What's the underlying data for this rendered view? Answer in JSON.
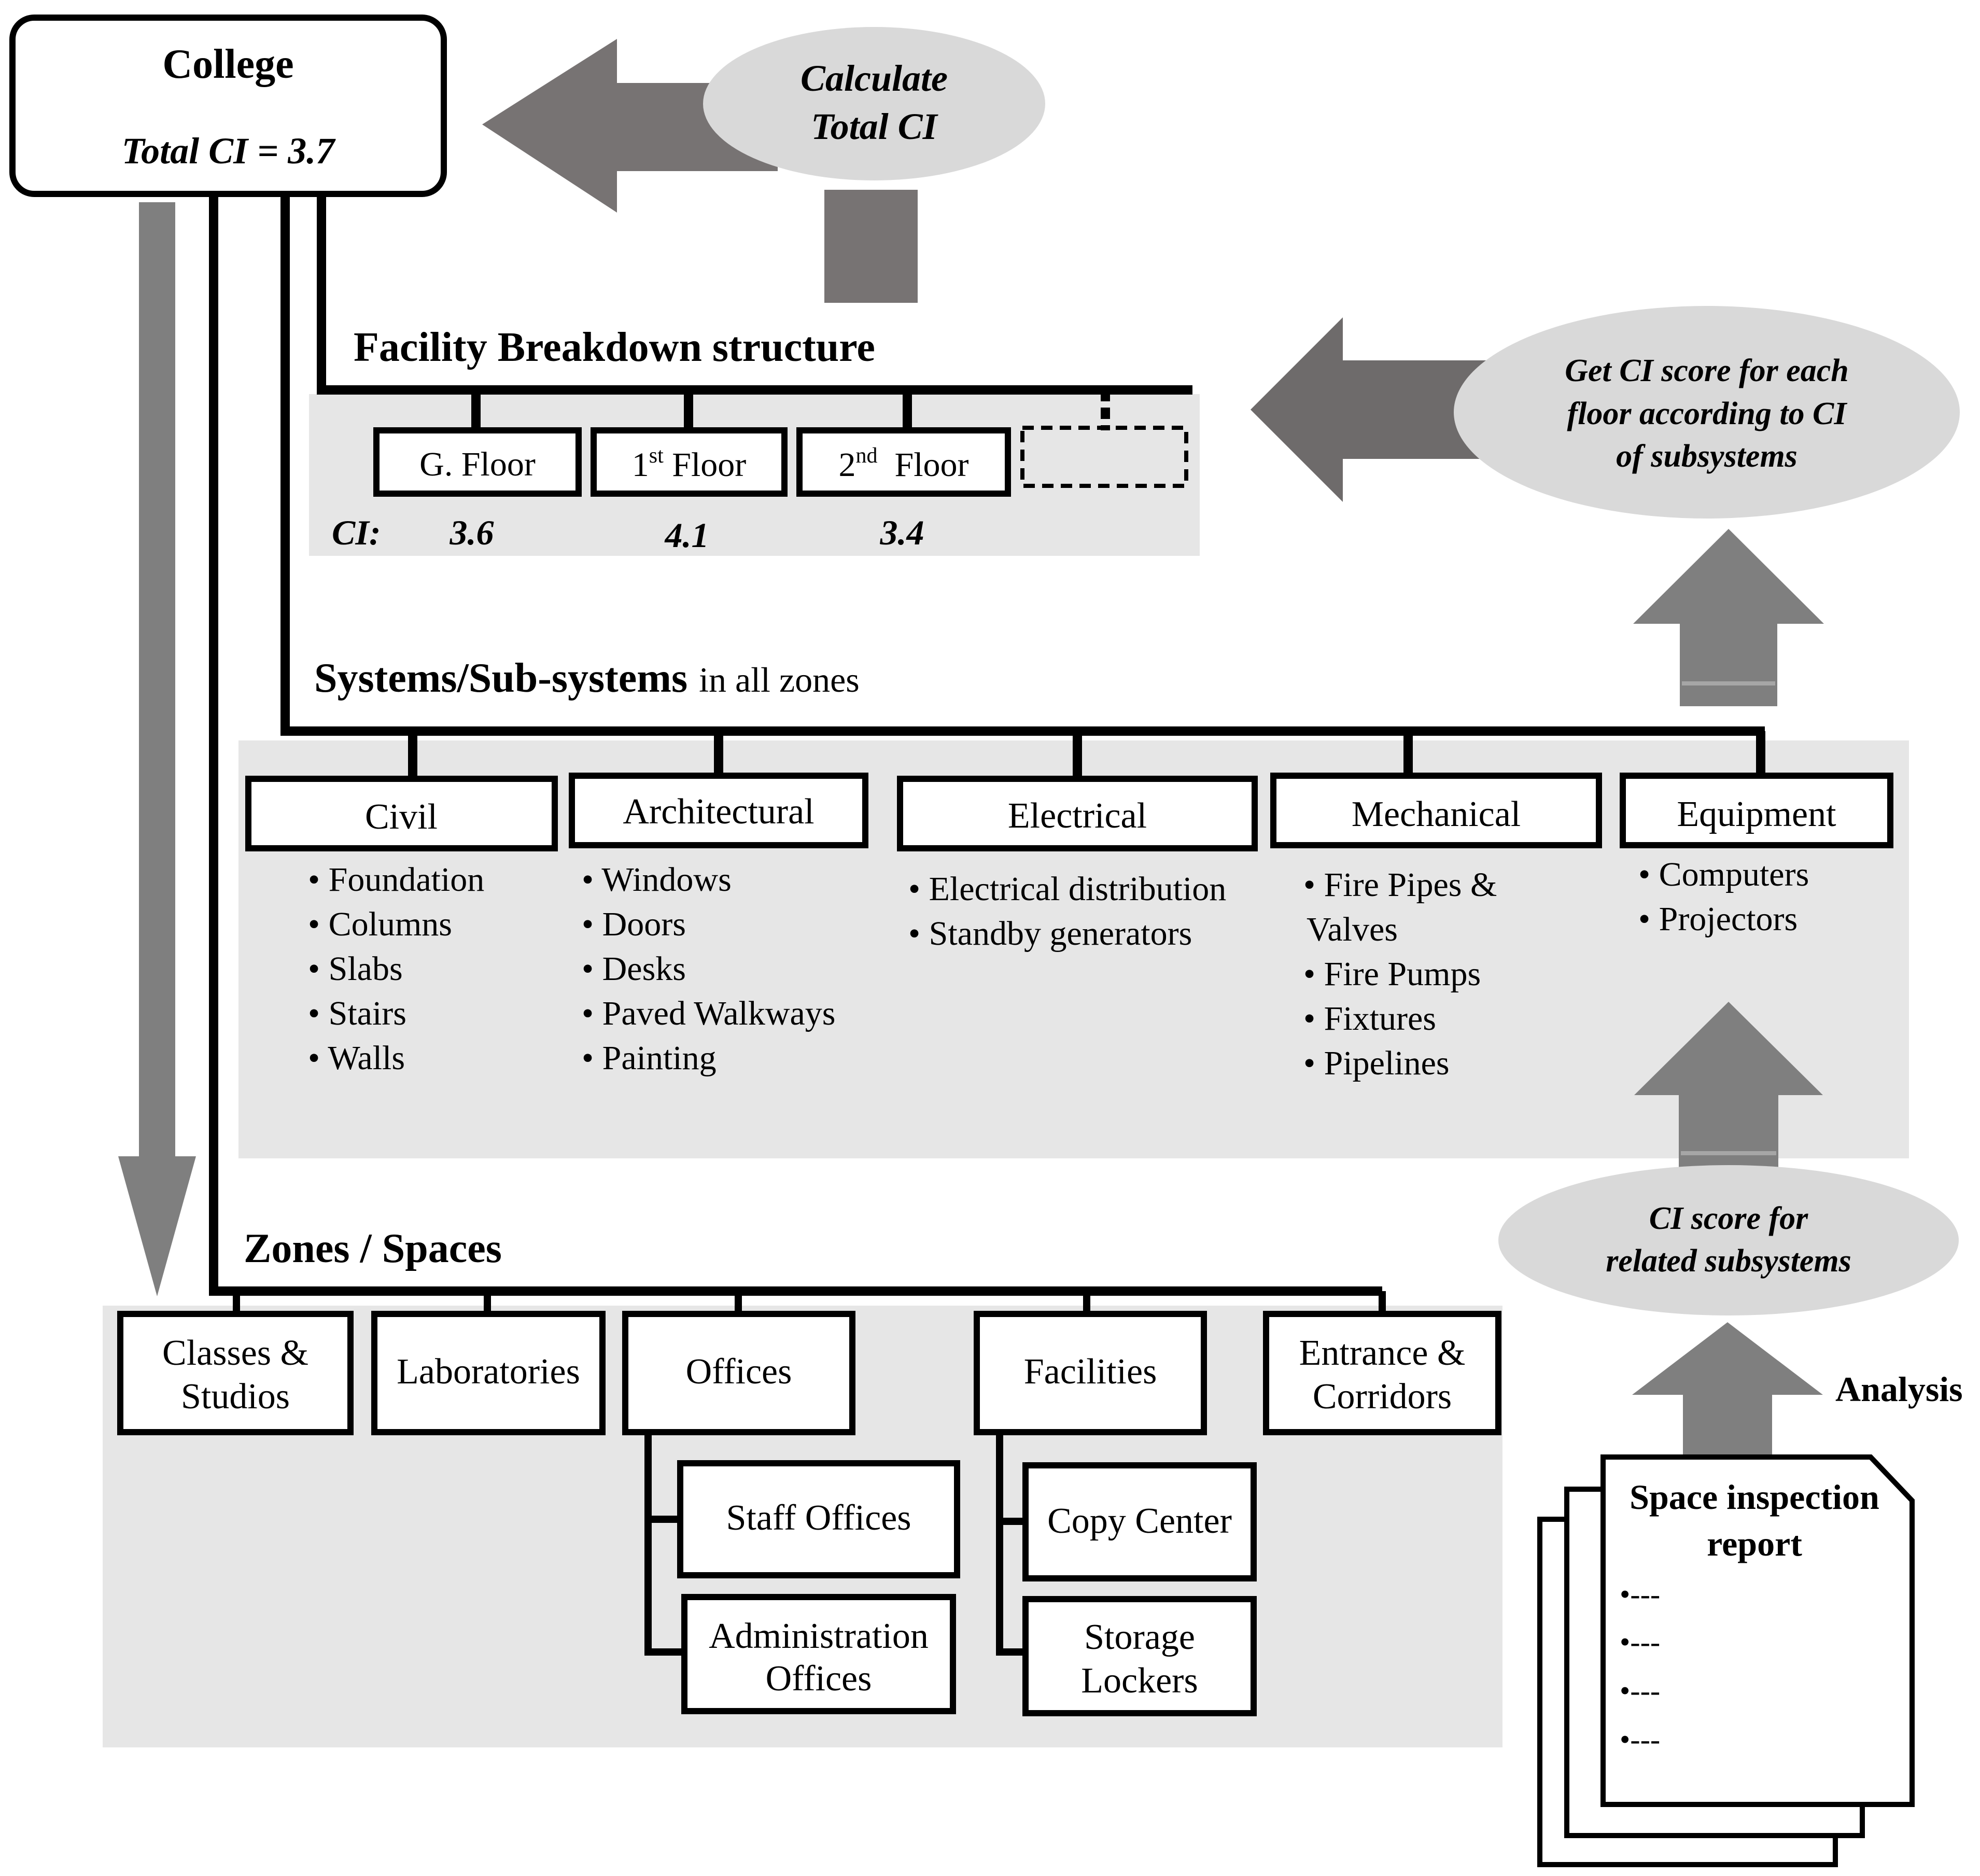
{
  "college": {
    "title": "College",
    "total_ci": "Total CI = 3.7"
  },
  "callouts": {
    "calculate_total_ci": [
      "Calculate",
      "Total CI"
    ],
    "floor_ci": [
      "Get CI score for each",
      "floor according to CI",
      "of subsystems"
    ],
    "subsystem_ci": [
      "CI score for",
      "related subsystems"
    ]
  },
  "facility_breakdown": {
    "title": "Facility Breakdown structure",
    "floors": [
      {
        "label": "G. Floor",
        "ci": "3.6"
      },
      {
        "label": "1",
        "sup": "st",
        "rest": " Floor",
        "ci": "4.1"
      },
      {
        "label": "2",
        "sup": "nd",
        "rest": "  Floor",
        "ci": "3.4"
      }
    ],
    "ci_label": "CI:"
  },
  "systems": {
    "title": "Systems/Sub-systems",
    "title_suffix": "in all zones",
    "groups": [
      {
        "name": "Civil",
        "items": [
          "Foundation",
          "Columns",
          "Slabs",
          "Stairs",
          "Walls"
        ]
      },
      {
        "name": "Architectural",
        "items": [
          "Windows",
          "Doors",
          "Desks",
          "Paved Walkways",
          "Painting"
        ]
      },
      {
        "name": "Electrical",
        "items": [
          "Electrical distribution",
          "Standby generators"
        ]
      },
      {
        "name": "Mechanical",
        "items": [
          "Fire Pipes &",
          "Valves",
          "Fire Pumps",
          "Fixtures",
          "Pipelines"
        ]
      },
      {
        "name": "Equipment",
        "items": [
          "Computers",
          "Projectors"
        ]
      }
    ]
  },
  "zones": {
    "title": "Zones / Spaces",
    "spaces": [
      {
        "lines": [
          "Classes &",
          "Studios"
        ]
      },
      {
        "lines": [
          "Laboratories"
        ]
      },
      {
        "lines": [
          "Offices"
        ]
      },
      {
        "lines": [
          "Facilities"
        ]
      },
      {
        "lines": [
          "Entrance &",
          "Corridors"
        ]
      }
    ],
    "office_children": [
      {
        "lines": [
          "Staff Offices"
        ]
      },
      {
        "lines": [
          "Administration",
          "Offices"
        ]
      }
    ],
    "facility_children": [
      {
        "lines": [
          "Copy Center"
        ]
      },
      {
        "lines": [
          "Storage",
          "Lockers"
        ]
      }
    ]
  },
  "report": {
    "title_lines": [
      "Space inspection",
      "report"
    ],
    "bullets": [
      "•---",
      "•---",
      "•---",
      "•---"
    ]
  },
  "analysis_label": "Analysis",
  "colors": {
    "arrow": "#7f7f7f",
    "arrow_dark": "#6e6b6b",
    "panel": "#e6e6e6",
    "ellipse": "#d9d9d9"
  }
}
